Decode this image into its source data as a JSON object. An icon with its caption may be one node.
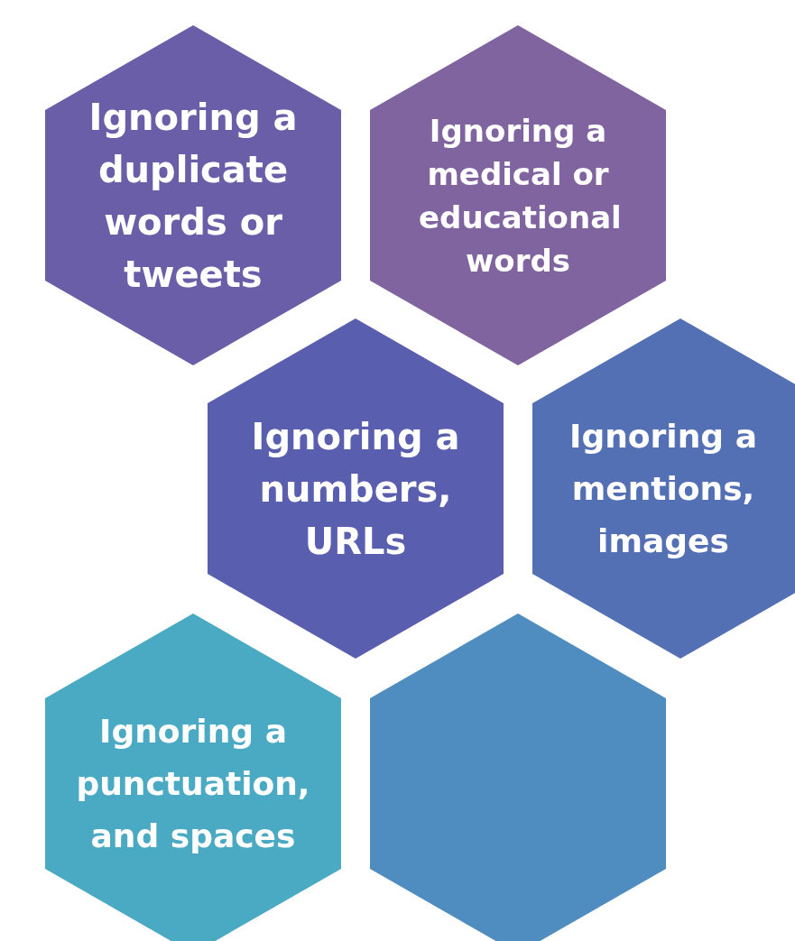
{
  "diagram": {
    "nodes": [
      {
        "text": [
          "Ignoring a duplicate words or tweets"
        ]
      },
      {
        "text": [
          "Ignoring a medical or educational words"
        ]
      },
      {
        "text": [
          "Ignoring a numbers, URLs"
        ]
      },
      {
        "text": [
          "Ignoring a mentions, images"
        ]
      },
      {
        "text": [
          "Ignoring a punctuation, and spaces"
        ]
      },
      {
        "text": [],
        "shape": "hexagon"
      }
    ]
  }
}
